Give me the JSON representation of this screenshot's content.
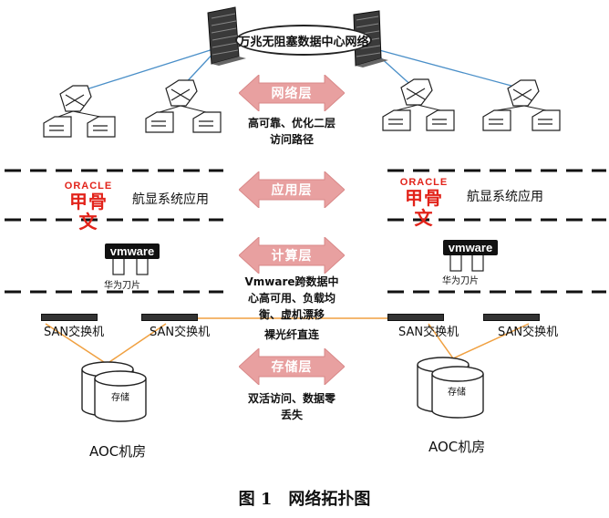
{
  "core_network_label": "万兆无阻塞数据中心网络",
  "layers": [
    {
      "id": "network",
      "label": "网络层"
    },
    {
      "id": "application",
      "label": "应用层"
    },
    {
      "id": "compute",
      "label": "计算层"
    },
    {
      "id": "storage",
      "label": "存储层"
    }
  ],
  "descriptions": {
    "network": "高可靠、优化二层访问路径",
    "compute": "Vmware跨数据中心高可用、负载均衡、虚机漂移",
    "storage": "双活访问、数据零丢失",
    "fiber_link": "裸光纤直连"
  },
  "oracle_logo": {
    "en": "ORACLE",
    "cn": "甲骨文"
  },
  "app_label": "航显系统应用",
  "vmware_logo": "vmware",
  "blade_label": "华为刀片",
  "san_switch_label": "SAN交换机",
  "storage_label": "存储",
  "room_label": "AOC机房",
  "caption": "图 1　网络拓扑图",
  "colors": {
    "arrow": "#e8a0a0",
    "arrow_stroke": "#d88888",
    "link_blue": "#4a8fc8",
    "link_orange": "#f0a040"
  }
}
